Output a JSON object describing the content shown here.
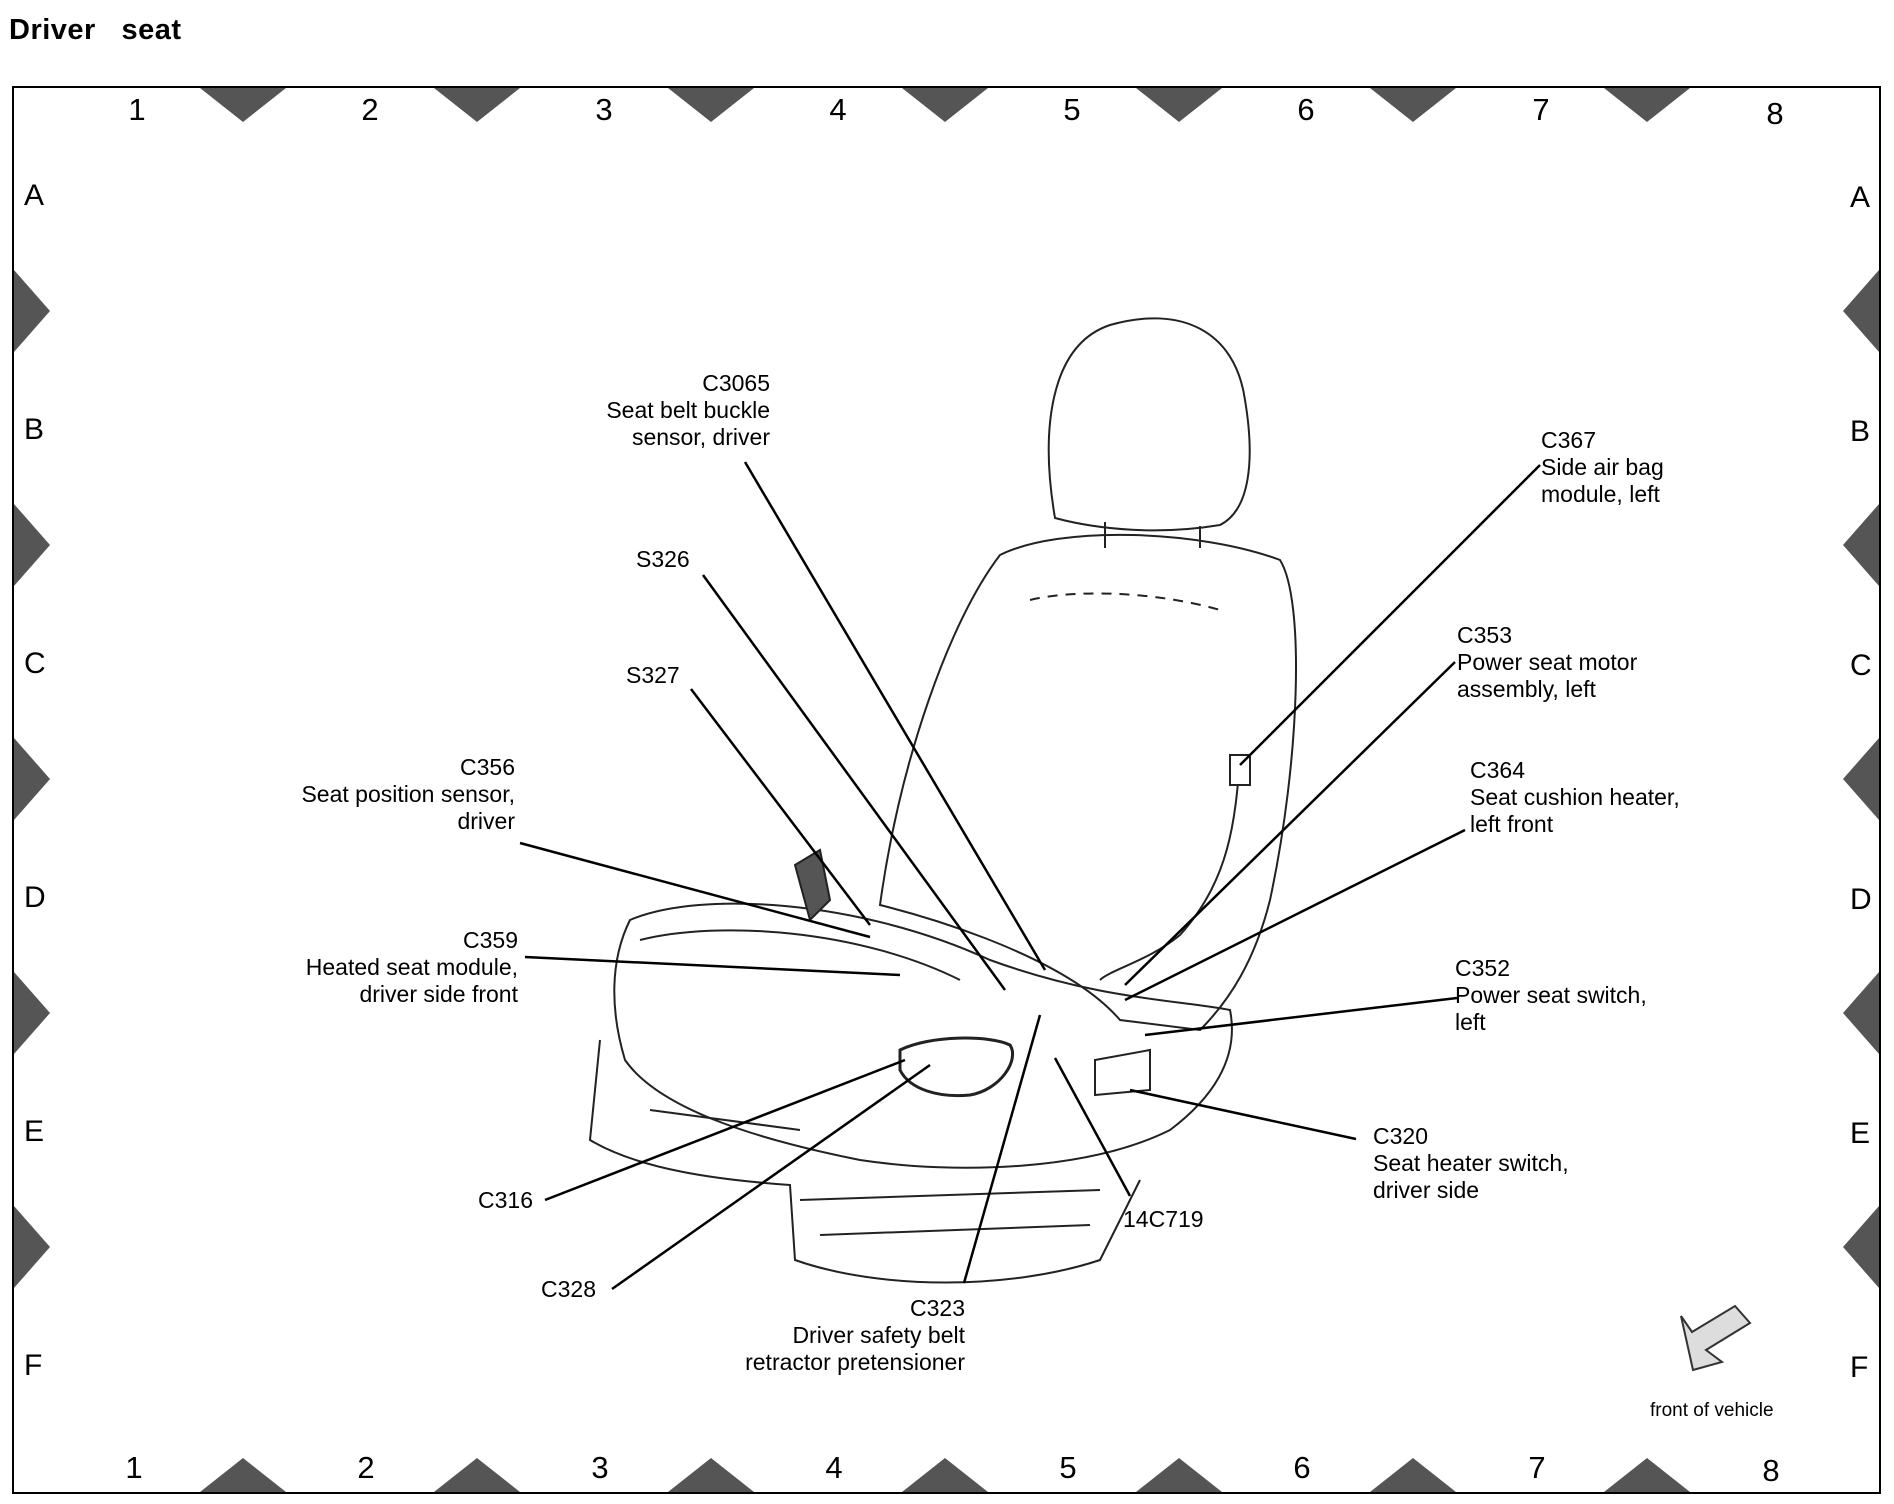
{
  "page_title": "Driver   seat",
  "grid": {
    "columns": [
      "1",
      "2",
      "3",
      "4",
      "5",
      "6",
      "7",
      "8"
    ],
    "rows": [
      "A",
      "B",
      "C",
      "D",
      "E",
      "F"
    ]
  },
  "callouts": {
    "c3065": {
      "id": "C3065",
      "line1": "Seat belt buckle",
      "line2": "sensor, driver"
    },
    "s326": {
      "id": "S326"
    },
    "s327": {
      "id": "S327"
    },
    "c356": {
      "id": "C356",
      "line1": "Seat position sensor,",
      "line2": "driver"
    },
    "c359": {
      "id": "C359",
      "line1": "Heated seat module,",
      "line2": "driver side front"
    },
    "c316": {
      "id": "C316"
    },
    "c328": {
      "id": "C328"
    },
    "c323": {
      "id": "C323",
      "line1": "Driver safety belt",
      "line2": "retractor pretensioner"
    },
    "14c719": {
      "id": "14C719"
    },
    "c320": {
      "id": "C320",
      "line1": "Seat heater switch,",
      "line2": "driver side"
    },
    "c352": {
      "id": "C352",
      "line1": "Power seat switch,",
      "line2": "left"
    },
    "c364": {
      "id": "C364",
      "line1": "Seat cushion heater,",
      "line2": "left front"
    },
    "c353": {
      "id": "C353",
      "line1": "Power seat motor",
      "line2": "assembly, left"
    },
    "c367": {
      "id": "C367",
      "line1": "Side air bag",
      "line2": "module, left"
    }
  },
  "front_of_vehicle": "front of vehicle"
}
